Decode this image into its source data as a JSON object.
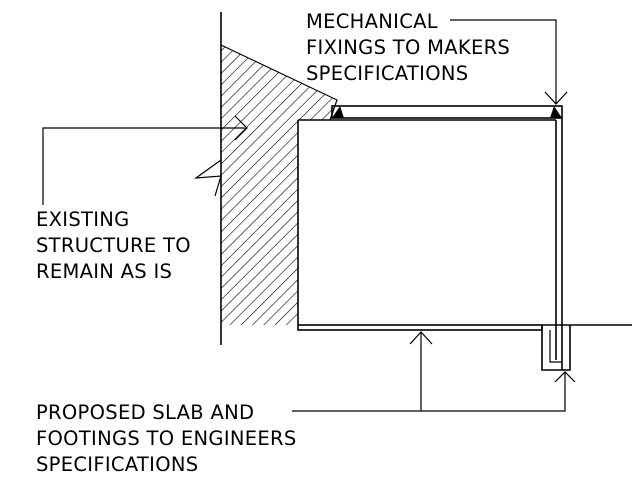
{
  "labels": {
    "mechanical": [
      "MECHANICAL",
      "FIXINGS TO MAKERS",
      "SPECIFICATIONS"
    ],
    "existing": [
      "EXISTING",
      "STRUCTURE TO",
      "REMAIN AS IS"
    ],
    "proposed": [
      "PROPOSED SLAB AND",
      "FOOTINGS TO ENGINEERS",
      "SPECIFICATIONS"
    ]
  }
}
